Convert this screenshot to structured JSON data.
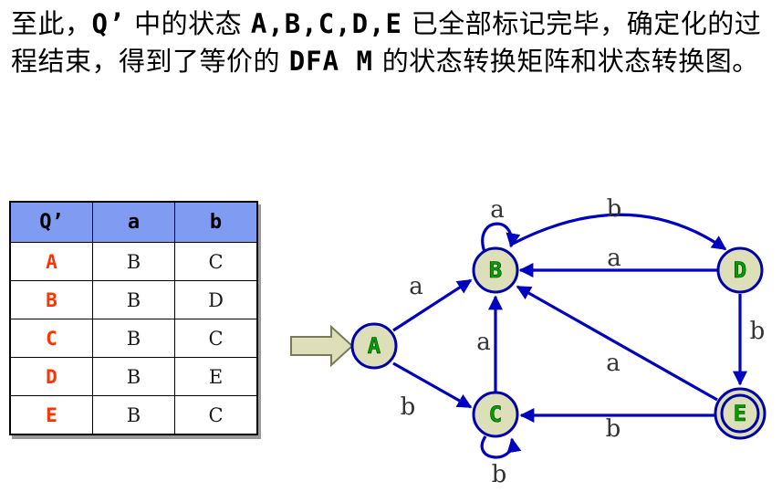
{
  "intro": {
    "p1": "至此，",
    "m1": "Q’",
    "p2": " 中的状态 ",
    "m2": "A,B,C,D,E",
    "p3": " 已全部标记完毕，确定化的过程结束，得到了等价的 ",
    "m3": "DFA M",
    "p4": " 的状态转换矩阵和状态转换图。"
  },
  "table": {
    "headers": [
      "Q’",
      "a",
      "b"
    ],
    "rows": [
      [
        "A",
        "B",
        "C"
      ],
      [
        "B",
        "B",
        "D"
      ],
      [
        "C",
        "B",
        "C"
      ],
      [
        "D",
        "B",
        "E"
      ],
      [
        "E",
        "B",
        "C"
      ]
    ]
  },
  "diagram": {
    "nodes": [
      "A",
      "B",
      "C",
      "D",
      "E"
    ],
    "accepting": [
      "E"
    ],
    "start": "A",
    "edge_labels": {
      "A_B": "a",
      "A_C": "b",
      "B_self": "a",
      "B_D": "b",
      "D_B": "a",
      "C_B": "a",
      "C_self": "b",
      "D_E": "b",
      "E_B": "a",
      "E_C": "b"
    },
    "colors": {
      "edge": "#0000c0",
      "node_fill": "#dcdfb7",
      "node_text": "#00a000",
      "start_arrow": "#dcdfb7",
      "header_bg": "#7f9cf2",
      "state_text": "#ff3300"
    }
  }
}
